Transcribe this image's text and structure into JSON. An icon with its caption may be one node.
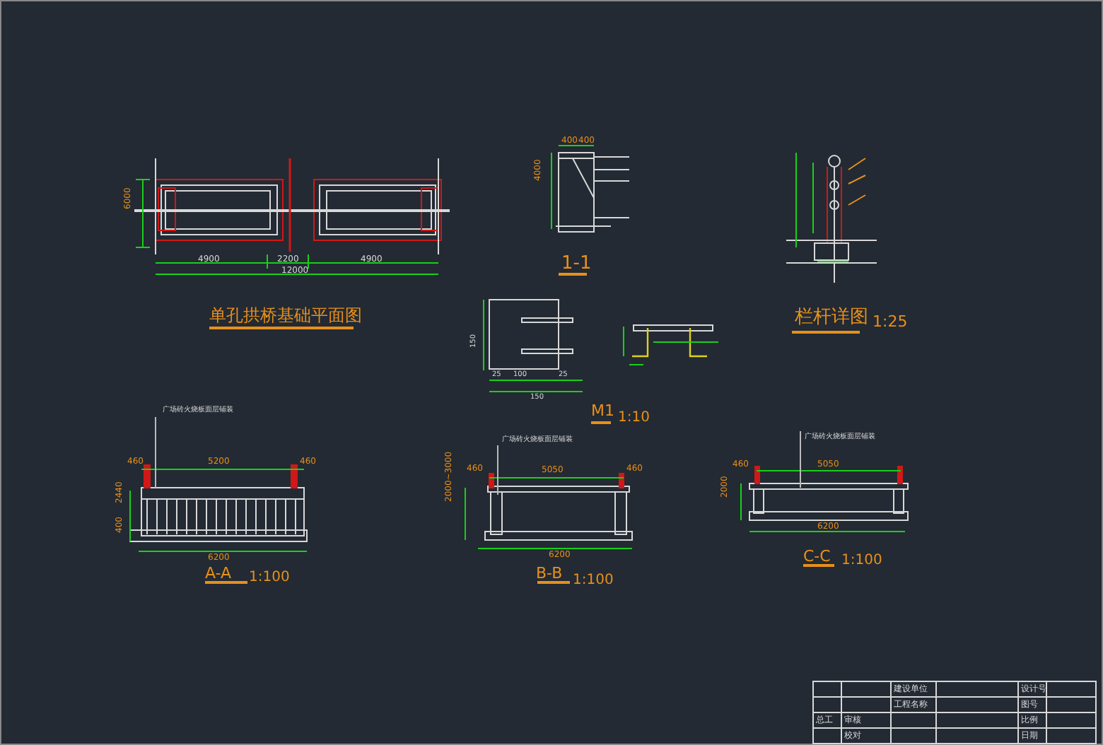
{
  "diagram": {
    "labels": [
      "4900",
      "2200",
      "4900",
      "12000",
      "6000",
      "单孔拱桥基础平面图",
      "400",
      "400",
      "4000",
      "1-1",
      "栏杆详图",
      "1:25",
      "150",
      "25",
      "100",
      "25",
      "150",
      "M1",
      "1:10",
      "广场砖火烧板面层铺装",
      "460",
      "5200",
      "460",
      "2440",
      "400",
      "6200",
      "A-A",
      "1:100",
      "广场砖火烧板面层铺装",
      "460",
      "5050",
      "460",
      "2000~3000",
      "6200",
      "B-B",
      "1:100",
      "广场砖火烧板面层铺装",
      "460",
      "5050",
      "2000",
      "6200",
      "C-C",
      "1:100",
      "建设单位",
      "设计号",
      "工程名称",
      "图号",
      "总工",
      "审核",
      "比例",
      "校对",
      "日期"
    ]
  }
}
